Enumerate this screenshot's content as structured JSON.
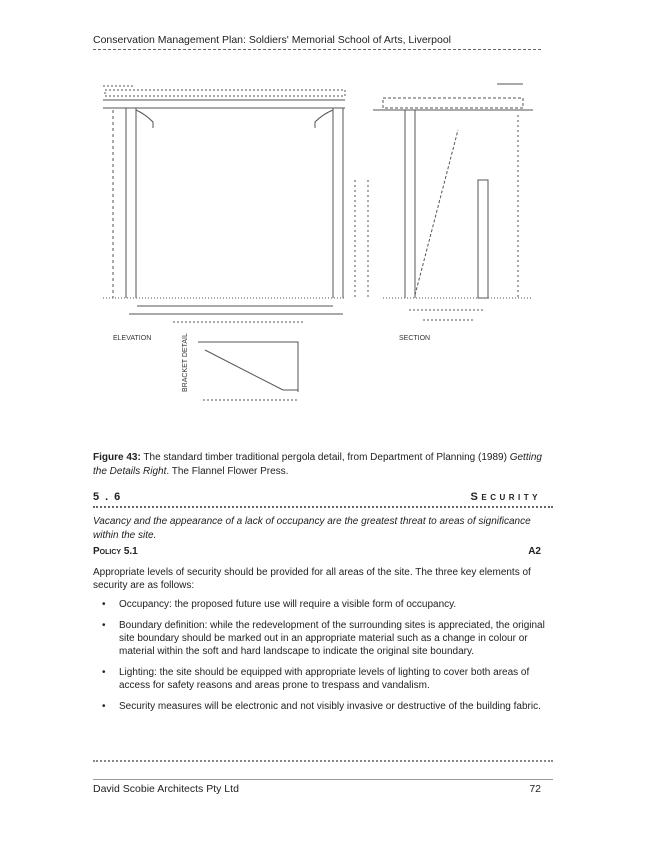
{
  "header": {
    "title": "Conservation Management Plan: Soldiers' Memorial School of Arts, Liverpool"
  },
  "drawing": {
    "elevation_label": "ELEVATION",
    "section_label": "SECTION",
    "bracket_label": "BRACKET DETAIL"
  },
  "caption": {
    "label": "Figure 43:",
    "text": " The standard timber traditional pergola detail, from Department of Planning (1989) ",
    "book": "Getting the Details Right",
    "publisher": ". The Flannel Flower Press."
  },
  "section": {
    "number": "5.6",
    "name": "Security",
    "intro": "Vacancy and the appearance of a lack of occupancy are the greatest threat to areas of significance within the site."
  },
  "policy": {
    "label": "Policy 5.1",
    "code": "A2",
    "text": "Appropriate levels of security should be provided for all areas of the site. The three key elements of security are as follows:"
  },
  "bullets": [
    "Occupancy: the proposed future use will require a visible form of occupancy.",
    "Boundary definition: while the redevelopment of the surrounding sites is appreciated, the original site boundary should be marked out in an appropriate material such as a change in colour or material within the soft and hard landscape to indicate the original site boundary.",
    "Lighting: the site should be equipped with appropriate levels of lighting to cover both areas of access for safety reasons and areas prone to trespass and vandalism.",
    "Security measures will be electronic and not visibly invasive or destructive of the building fabric."
  ],
  "bullet_symbol": "•",
  "footer": {
    "left": "David Scobie Architects Pty Ltd",
    "page": "72"
  }
}
